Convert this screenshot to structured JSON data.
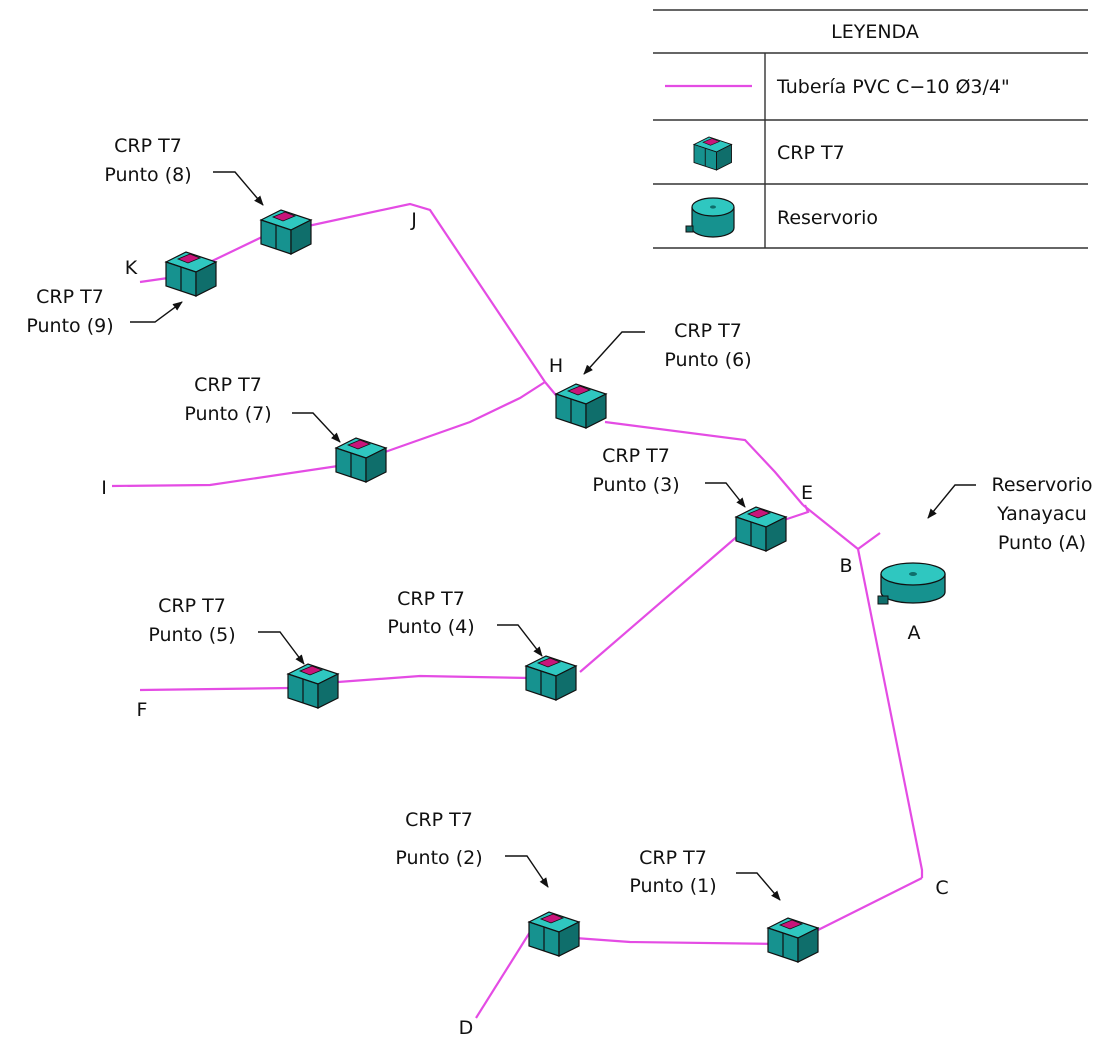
{
  "legend": {
    "title": "LEYENDA",
    "rows": [
      {
        "symbol": "pipe-line",
        "label": "Tubería PVC C−10 Ø3/4\""
      },
      {
        "symbol": "crp-box",
        "label": "CRP T7"
      },
      {
        "symbol": "reservoir",
        "label": "Reservorio"
      }
    ]
  },
  "colors": {
    "pipe": "#e44ce4",
    "crp_top": "#2fc7c0",
    "crp_side": "#16928f",
    "crp_dark": "#0f6e6b",
    "crp_hatch": "#c8157a",
    "outline": "#111111"
  },
  "nodes": {
    "A": "A",
    "B": "B",
    "C": "C",
    "D": "D",
    "E": "E",
    "F": "F",
    "H": "H",
    "I": "I",
    "J": "J",
    "K": "K"
  },
  "reservoir": {
    "line1": "Reservorio",
    "line2": "Yanayacu",
    "line3": "Punto (A)"
  },
  "crps": {
    "p1": {
      "line1": "CRP T7",
      "line2": "Punto (1)"
    },
    "p2": {
      "line1": "CRP T7",
      "line2": "Punto (2)"
    },
    "p3": {
      "line1": "CRP T7",
      "line2": "Punto (3)"
    },
    "p4": {
      "line1": "CRP T7",
      "line2": "Punto (4)"
    },
    "p5": {
      "line1": "CRP T7",
      "line2": "Punto (5)"
    },
    "p6": {
      "line1": "CRP T7",
      "line2": "Punto (6)"
    },
    "p7": {
      "line1": "CRP T7",
      "line2": "Punto (7)"
    },
    "p8": {
      "line1": "CRP T7",
      "line2": "Punto (8)"
    },
    "p9": {
      "line1": "CRP T7",
      "line2": "Punto (9)"
    }
  }
}
